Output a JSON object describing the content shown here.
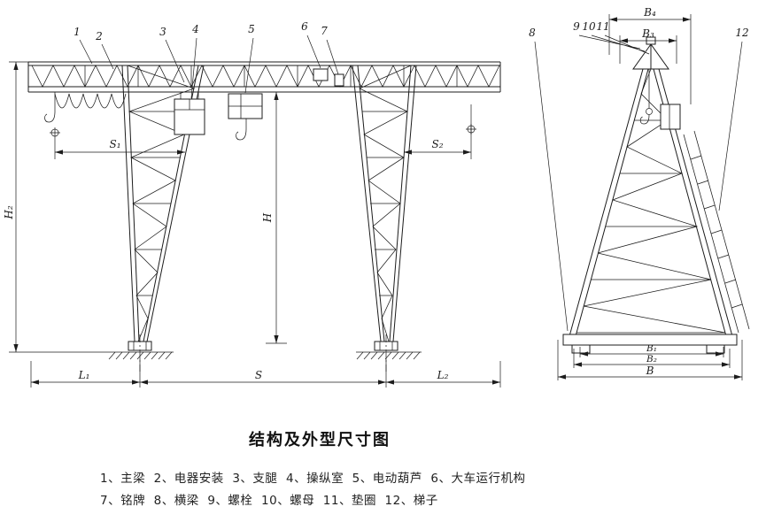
{
  "title": "结构及外型尺寸图",
  "legend": {
    "line1": "1、主梁  2、电器安装  3、支腿  4、操纵室  5、电动葫芦  6、大车运行机构",
    "line2": "7、铭牌  8、横梁  9、螺栓  10、螺母  11、垫圈  12、梯子"
  },
  "callouts": {
    "n1": "1",
    "n2": "2",
    "n3": "3",
    "n4": "4",
    "n5": "5",
    "n6": "6",
    "n7": "7",
    "n8": "8",
    "n9": "9",
    "n10": "10",
    "n11": "11",
    "n12": "12"
  },
  "dims": {
    "s1": "S₁",
    "s2": "S₂",
    "s": "S",
    "l1": "L₁",
    "l2": "L₂",
    "h": "H",
    "h2": "H₂",
    "b": "B",
    "b1": "B₁",
    "b2": "B₂",
    "b3": "B₃",
    "b4": "B₄"
  },
  "colors": {
    "ink": "#1c1c1c",
    "paper": "#ffffff"
  }
}
